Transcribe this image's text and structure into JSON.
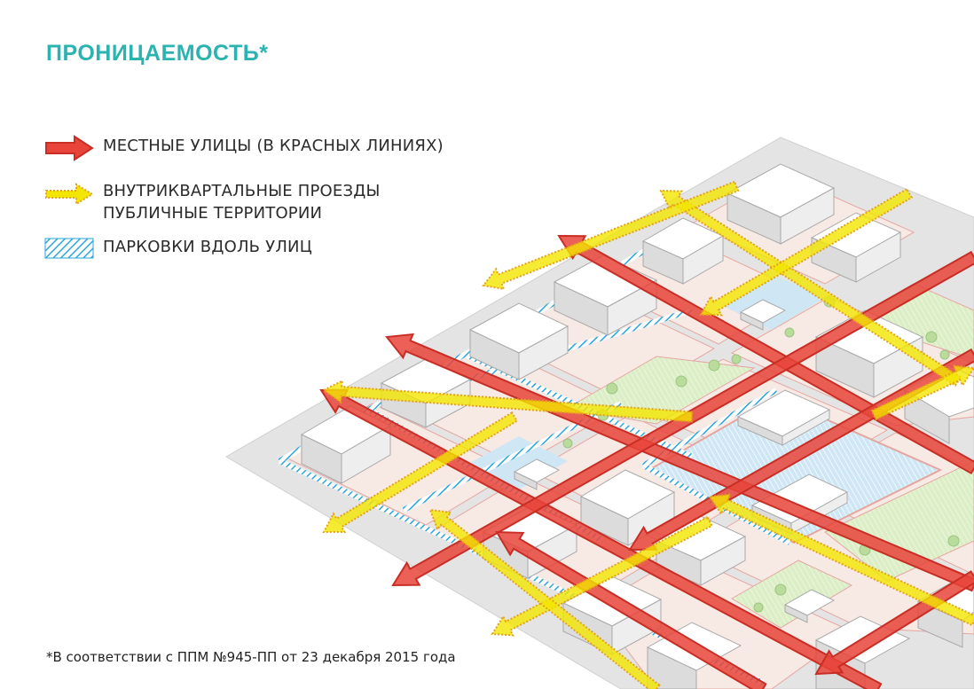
{
  "title": "ПРОНИЦАЕМОСТЬ*",
  "legend": [
    {
      "symbol": "red-arrow-icon",
      "lines": [
        "МЕСТНЫЕ УЛИЦЫ (В КРАСНЫХ ЛИНИЯХ)"
      ]
    },
    {
      "symbol": "yellow-arrow-icon",
      "lines": [
        "ВНУТРИКВАРТАЛЬНЫЕ ПРОЕЗДЫ",
        "ПУБЛИЧНЫЕ ТЕРРИТОРИИ"
      ]
    },
    {
      "symbol": "blue-hatch-icon",
      "lines": [
        "ПАРКОВКИ ВДОЛЬ УЛИЦ"
      ]
    }
  ],
  "footnote": "*В соответствии с ППМ №945-ПП от 23 декабря 2015 года",
  "colors": {
    "title": "#2bb3b1",
    "street_red": "#e8443a",
    "street_red_dark": "#c92e25",
    "path_yellow": "#f2e600",
    "path_yellow_dark": "#e3a21a",
    "parking_blue": "#2aa6d9",
    "ground": "#e4e4e4",
    "block_fill": "#f7e9e4",
    "green_area": "#dbeec6",
    "water": "#cfe7f5",
    "building_top": "#ffffff",
    "building_side": "#d9d9d9"
  }
}
